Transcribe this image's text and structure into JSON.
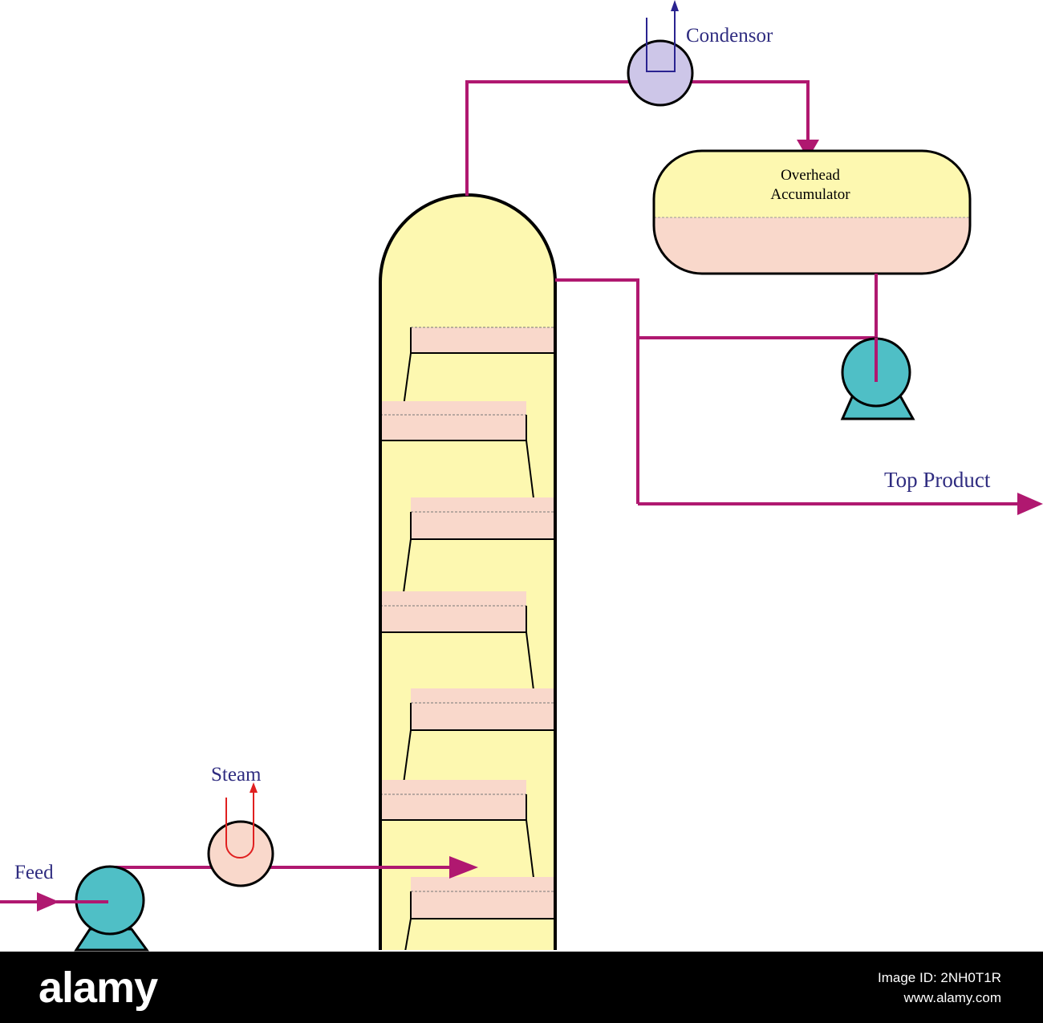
{
  "labels": {
    "condenser": "Condensor",
    "accumulator_line1": "Overhead",
    "accumulator_line2": "Accumulator",
    "top_product": "Top Product",
    "steam": "Steam",
    "feed": "Feed"
  },
  "footer": {
    "brand": "alamy",
    "image_id": "Image ID: 2NH0T1R",
    "site": "www.alamy.com"
  },
  "colors": {
    "pipe": "#b01870",
    "column_fill": "#fdf8b0",
    "liquid_fill": "#f9d8cb",
    "pump_fill": "#4fbfc6",
    "condenser_fill": "#cdc6e8",
    "condenser_coil": "#2a2390",
    "steam_coil": "#e02020",
    "label_text": "#2f2c80",
    "footer_bg": "#000000"
  },
  "icons": {
    "pump": "centrifugal-pump-icon",
    "heat_exchanger": "heat-exchanger-icon",
    "flow_arrow": "arrow-right-icon"
  }
}
